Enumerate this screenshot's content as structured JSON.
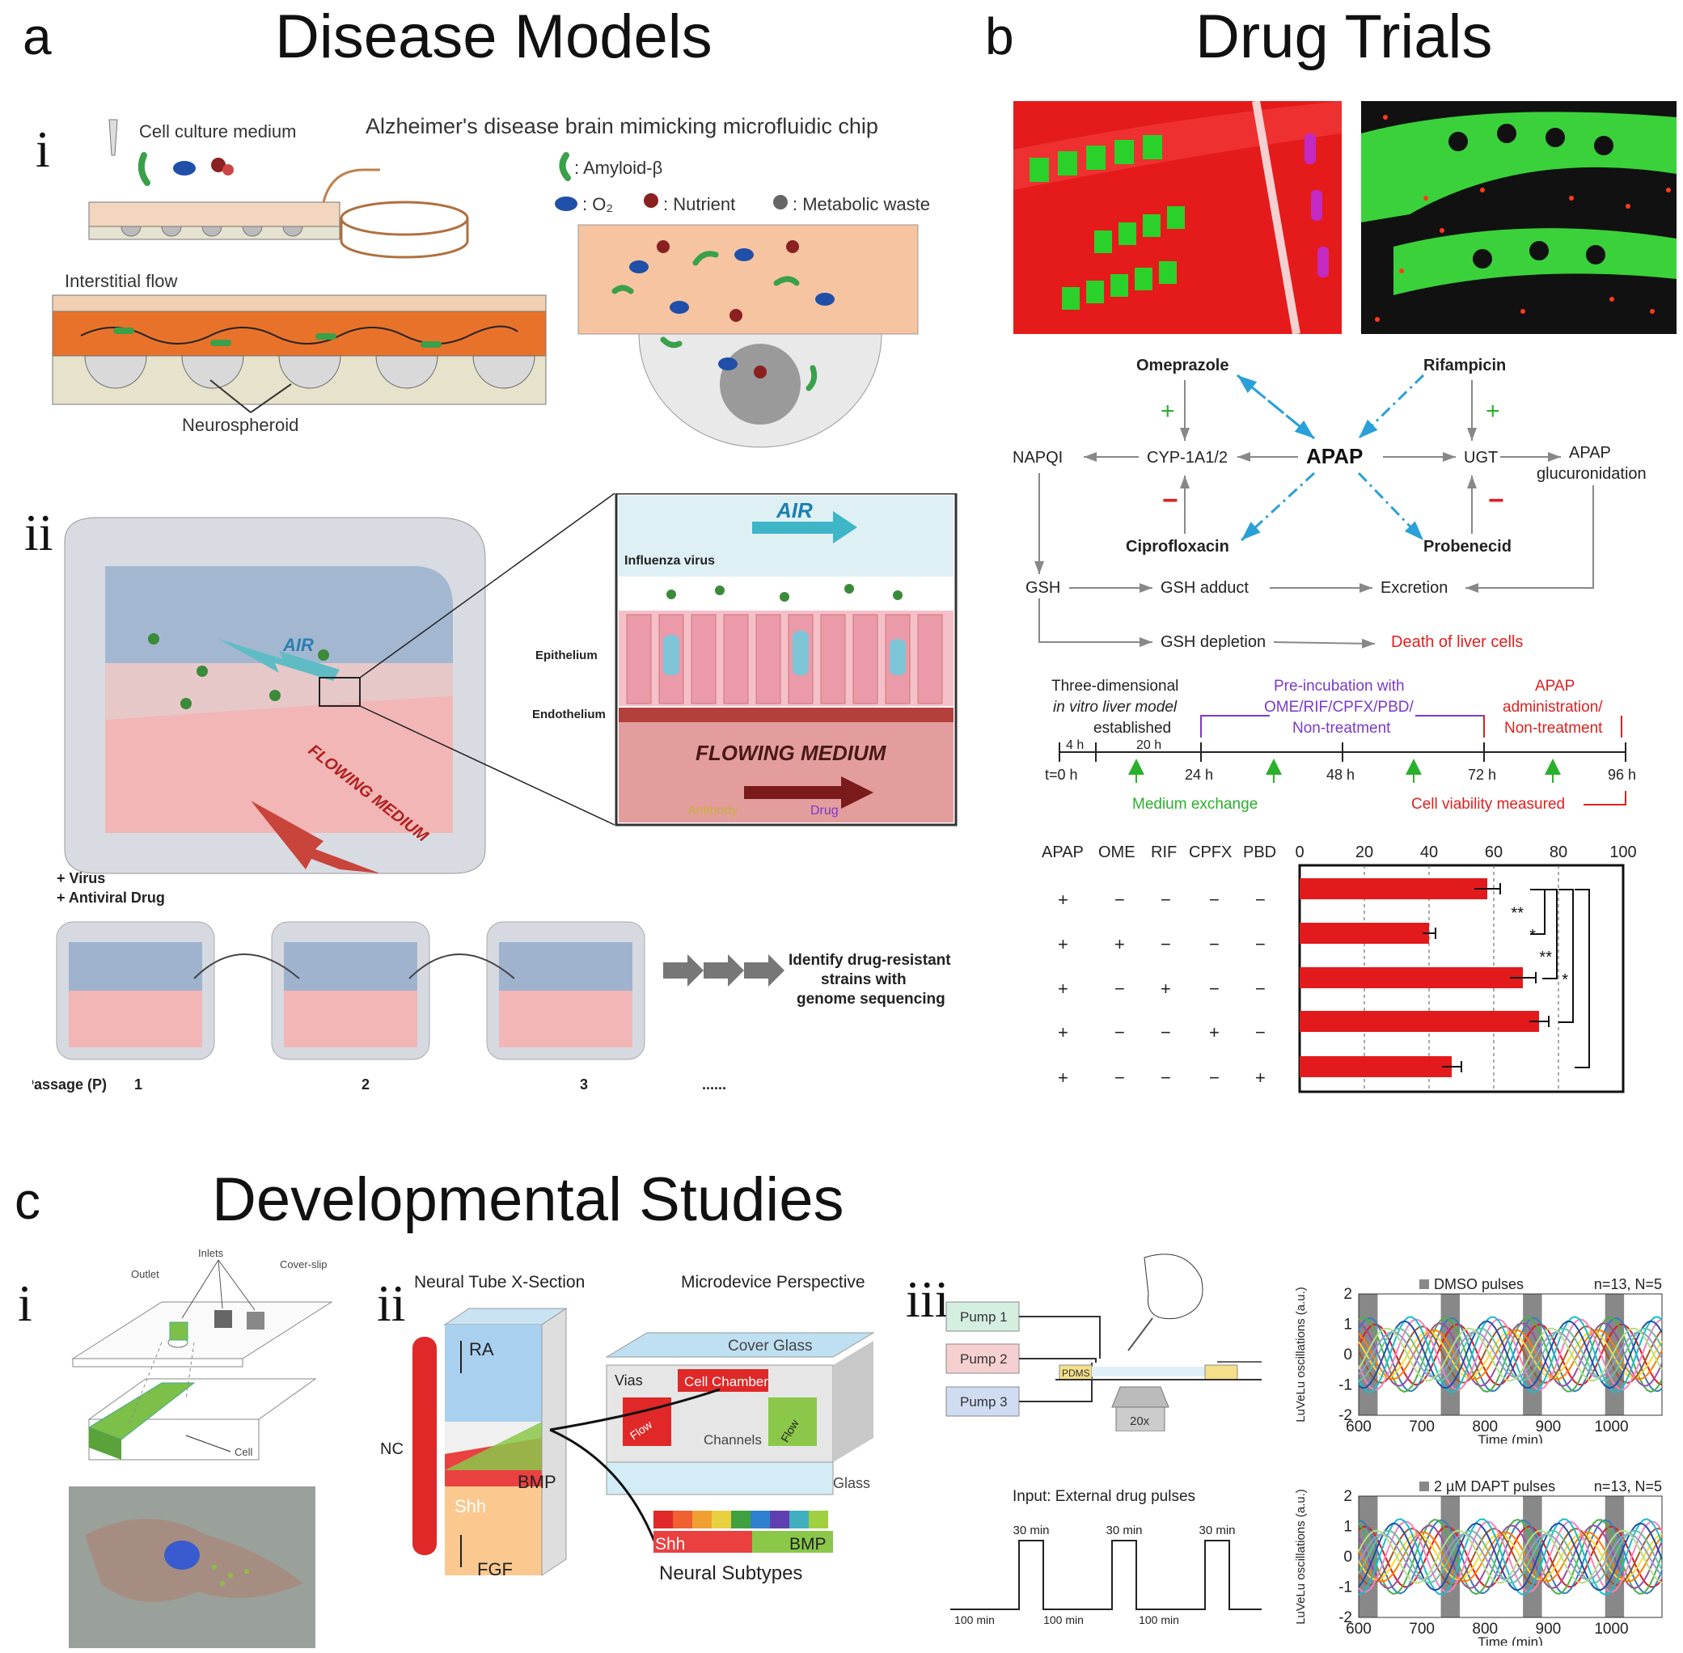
{
  "panels": {
    "a": {
      "letter": "a",
      "title": "Disease Models"
    },
    "b": {
      "letter": "b",
      "title": "Drug Trials"
    },
    "c": {
      "letter": "c",
      "title": "Developmental Studies"
    }
  },
  "a_i": {
    "roman": "i",
    "chip_title": "Alzheimer's disease brain mimicking microfluidic chip",
    "cell_culture_medium": "Cell culture medium",
    "interstitial_flow": "Interstitial flow",
    "neurospheroid": "Neurospheroid",
    "legend_amyloid": ": Amyloid-β",
    "legend_o2": ": O₂",
    "legend_nutrient": ": Nutrient",
    "legend_waste": ": Metabolic waste"
  },
  "a_ii": {
    "roman": "ii",
    "air": "AIR",
    "flowing_medium": "FLOWING MEDIUM",
    "influenza_virus": "Influenza virus",
    "epithelium": "Epithelium",
    "endothelium": "Endothelium",
    "antibody": "Antibody",
    "drug": "Drug",
    "plus_virus": "+ Virus",
    "plus_antiviral": "+ Antiviral Drug",
    "identify": [
      "Identify drug-resistant",
      "strains with",
      "genome sequencing"
    ],
    "passage_label": "Passage (P)",
    "passages": [
      "1",
      "2",
      "3",
      "......"
    ]
  },
  "b_pathway": {
    "omeprazole": "Omeprazole",
    "rifampicin": "Rifampicin",
    "ciprofloxacin": "Ciprofloxacin",
    "probenecid": "Probenecid",
    "apap": "APAP",
    "napqi": "NAPQI",
    "cyp": "CYP-1A1/2",
    "ugt": "UGT",
    "apap_gluc": [
      "APAP",
      "glucuronidation"
    ],
    "gsh": "GSH",
    "gsh_adduct": "GSH adduct",
    "excretion": "Excretion",
    "gsh_depletion": "GSH depletion",
    "death": "Death of liver cells",
    "plus": "+",
    "minus": "−"
  },
  "b_timeline": {
    "model_text": [
      "Three-dimensional",
      "in vitro liver model",
      "established"
    ],
    "preinc_text": [
      "Pre-incubation with",
      "OME/RIF/CPFX/PBD/",
      "Non-treatment"
    ],
    "apap_text": [
      "APAP",
      "administration/",
      "Non-treatment"
    ],
    "intervals": [
      "4 h",
      "20 h"
    ],
    "ticks": [
      "t=0 h",
      "24 h",
      "48 h",
      "72 h",
      "96 h"
    ],
    "medium_exchange": "Medium exchange",
    "cell_viability": "Cell viability measured"
  },
  "b_table": {
    "headers": [
      "APAP",
      "OME",
      "RIF",
      "CPFX",
      "PBD"
    ],
    "rows": [
      [
        "+",
        "−",
        "−",
        "−",
        "−"
      ],
      [
        "+",
        "+",
        "−",
        "−",
        "−"
      ],
      [
        "+",
        "−",
        "+",
        "−",
        "−"
      ],
      [
        "+",
        "−",
        "−",
        "+",
        "−"
      ],
      [
        "+",
        "−",
        "−",
        "−",
        "+"
      ]
    ]
  },
  "chart_data": [
    {
      "type": "bar",
      "orientation": "horizontal",
      "categories": [
        "APAP",
        "APAP + OME",
        "APAP + RIF",
        "APAP + CPFX",
        "APAP + PBD"
      ],
      "values": [
        58,
        40,
        69,
        74,
        47
      ],
      "errors": [
        4,
        2,
        4,
        3,
        3
      ],
      "xlim": [
        0,
        100
      ],
      "xticks": [
        "0",
        "20",
        "40",
        "60",
        "80",
        "100"
      ],
      "grid": true,
      "color": "#e31a1c",
      "significance": [
        "**",
        "*",
        "**",
        "*"
      ]
    },
    {
      "type": "line",
      "title": "DMSO pulses",
      "annotation": "n=13, N=5",
      "ylabel": "LuVeLu oscillations (a.u.)",
      "xlabel": "Time (min)",
      "xlim": [
        600,
        1080
      ],
      "ylim": [
        -2,
        2
      ],
      "xticks": [
        "600",
        "700",
        "800",
        "900",
        "1000"
      ],
      "yticks": [
        "2",
        "1",
        "0",
        "-1",
        "-2"
      ],
      "pulse_starts": [
        600,
        730,
        860,
        990
      ],
      "series_count": 13
    },
    {
      "type": "line",
      "title": "2 µM DAPT pulses",
      "annotation": "n=13, N=5",
      "ylabel": "LuVeLu oscillations (a.u.)",
      "xlabel": "Time (min)",
      "xlim": [
        600,
        1080
      ],
      "ylim": [
        -2,
        2
      ],
      "xticks": [
        "600",
        "700",
        "800",
        "900",
        "1000"
      ],
      "yticks": [
        "2",
        "1",
        "0",
        "-1",
        "-2"
      ],
      "pulse_starts": [
        600,
        730,
        860,
        990
      ],
      "series_count": 13
    },
    {
      "type": "line",
      "title": "Input: External drug pulses",
      "pulse_width_label": "30 min",
      "gap_label": "100 min"
    }
  ],
  "c_i": {
    "roman": "i",
    "inlets": "Inlets",
    "outlet": "Outlet",
    "cover_slip": "Cover-slip",
    "cell": "Cell"
  },
  "c_ii": {
    "roman": "ii",
    "xsection": "Neural Tube X-Section",
    "perspective": "Microdevice Perspective",
    "cover_glass": "Cover Glass",
    "vias": "Vias",
    "cell_chamber": "Cell Chamber",
    "channels": "Channels",
    "flow": "Flow",
    "glass": "Glass",
    "ra": "RA",
    "nc": "NC",
    "bmp": "BMP",
    "shh": "Shh",
    "fgf": "FGF",
    "neural_subtypes": "Neural Subtypes"
  },
  "c_iii": {
    "roman": "iii",
    "pumps": [
      "Pump 1",
      "Pump 2",
      "Pump 3"
    ],
    "pdms": "PDMS",
    "objective": "20x"
  }
}
